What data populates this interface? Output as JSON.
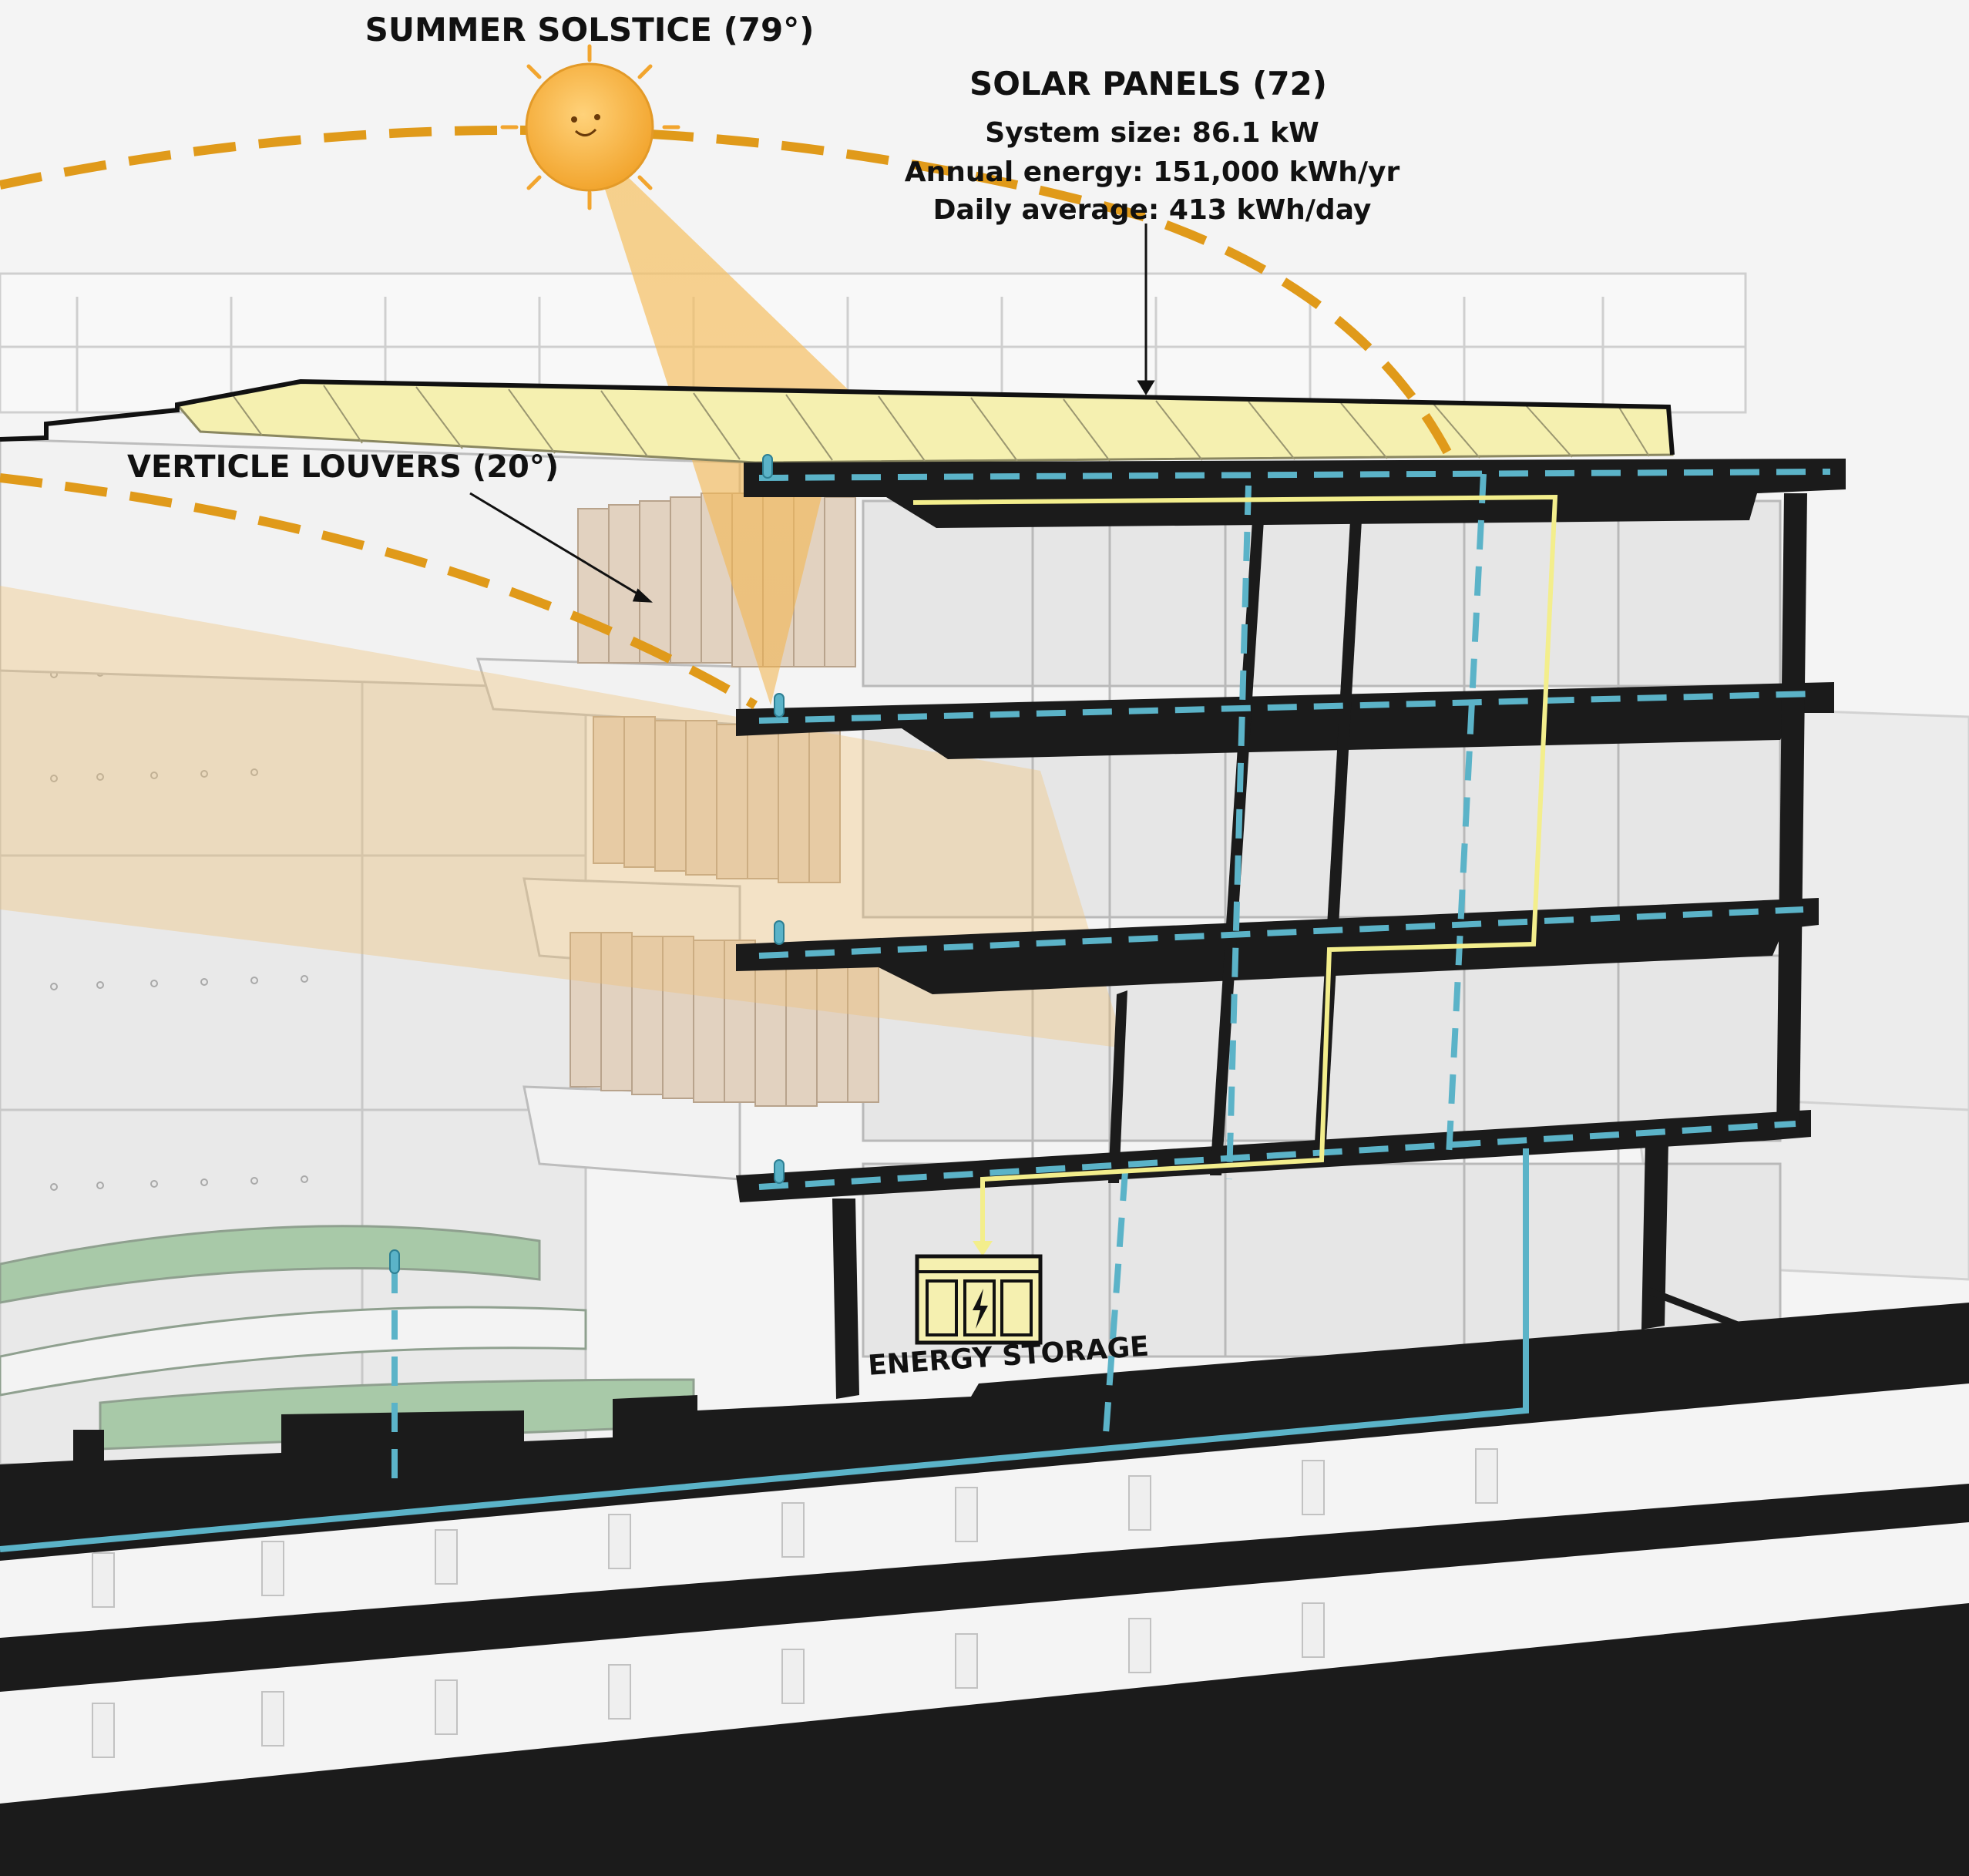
{
  "labels": {
    "solstice": "SUMMER SOLSTICE (79°)",
    "panels_title": "SOLAR PANELS (72)",
    "system_size": "System size: 86.1 kW",
    "annual_energy": "Annual energy: 151,000 kWh/yr",
    "daily_average": "Daily average: 413 kWh/day",
    "louvers": "VERTICLE LOUVERS (20°)",
    "storage": "ENERGY STORAGE"
  },
  "colors": {
    "sun_path": "#e09a1a",
    "water_line": "#5bb3c8",
    "power_line": "#f3ee8c",
    "slab": "#1b1b1b",
    "panel": "#f5f0b0",
    "sun": "#f6b83a",
    "louver": "#e2d2c0",
    "planter": "#a8c9a8"
  },
  "icons": [
    "sun-icon",
    "battery-icon",
    "lightning-icon"
  ]
}
